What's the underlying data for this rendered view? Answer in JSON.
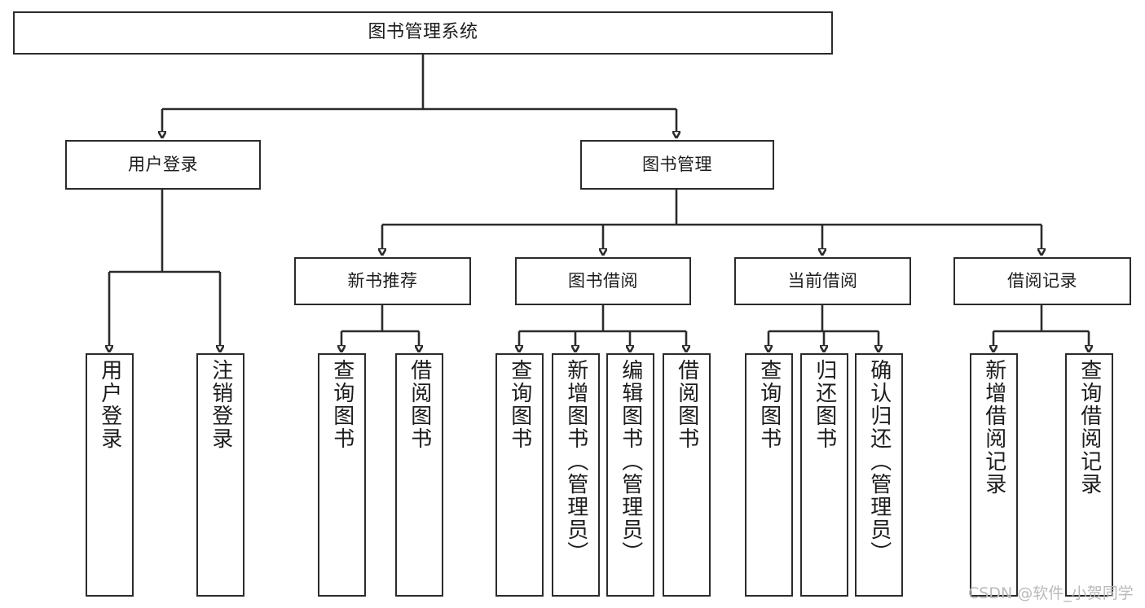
{
  "diagram": {
    "title": "图书管理系统",
    "watermark": "CSDN @软件_小贺同学",
    "colors": {
      "stroke": "#2b2b2b",
      "background": "#ffffff",
      "text": "#1c1c1c",
      "watermark": "#b9b9b9"
    },
    "levels": {
      "root": {
        "label": "图书管理系统"
      },
      "level2": [
        {
          "label": "用户登录"
        },
        {
          "label": "图书管理"
        }
      ],
      "level3": [
        {
          "label": "新书推荐"
        },
        {
          "label": "图书借阅"
        },
        {
          "label": "当前借阅"
        },
        {
          "label": "借阅记录"
        }
      ],
      "leaves": {
        "user_login": [
          {
            "label": "用户登录"
          },
          {
            "label": "注销登录"
          }
        ],
        "new_book_recommend": [
          {
            "label": "查询图书"
          },
          {
            "label": "借阅图书"
          }
        ],
        "book_borrow": [
          {
            "label": "查询图书"
          },
          {
            "label": "新增图书（管理员）"
          },
          {
            "label": "编辑图书（管理员）"
          },
          {
            "label": "借阅图书"
          }
        ],
        "current_borrow": [
          {
            "label": "查询图书"
          },
          {
            "label": "归还图书"
          },
          {
            "label": "确认归还（管理员）"
          }
        ],
        "borrow_record": [
          {
            "label": "新增借阅记录"
          },
          {
            "label": "查询借阅记录"
          }
        ]
      }
    }
  }
}
